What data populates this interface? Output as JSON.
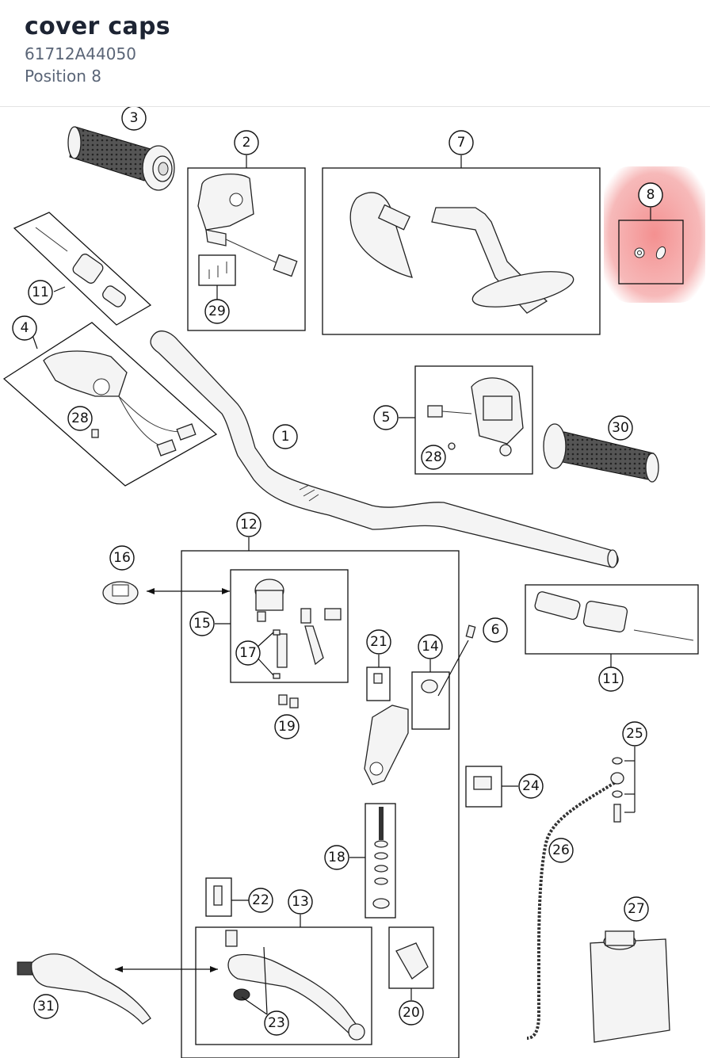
{
  "header": {
    "title": "cover caps",
    "part_number": "61712A44050",
    "position": "Position 8"
  },
  "highlight": {
    "color": "#f08080",
    "position_number": "8"
  },
  "callouts": {
    "c1": "1",
    "c2": "2",
    "c3": "3",
    "c4": "4",
    "c5": "5",
    "c6": "6",
    "c7": "7",
    "c8": "8",
    "c11a": "11",
    "c11b": "11",
    "c12": "12",
    "c13": "13",
    "c14": "14",
    "c15": "15",
    "c16": "16",
    "c17": "17",
    "c18": "18",
    "c19": "19",
    "c20": "20",
    "c21": "21",
    "c22": "22",
    "c23": "23",
    "c24": "24",
    "c25": "25",
    "c26": "26",
    "c27": "27",
    "c28a": "28",
    "c28b": "28",
    "c29": "29",
    "c30": "30",
    "c31": "31"
  }
}
